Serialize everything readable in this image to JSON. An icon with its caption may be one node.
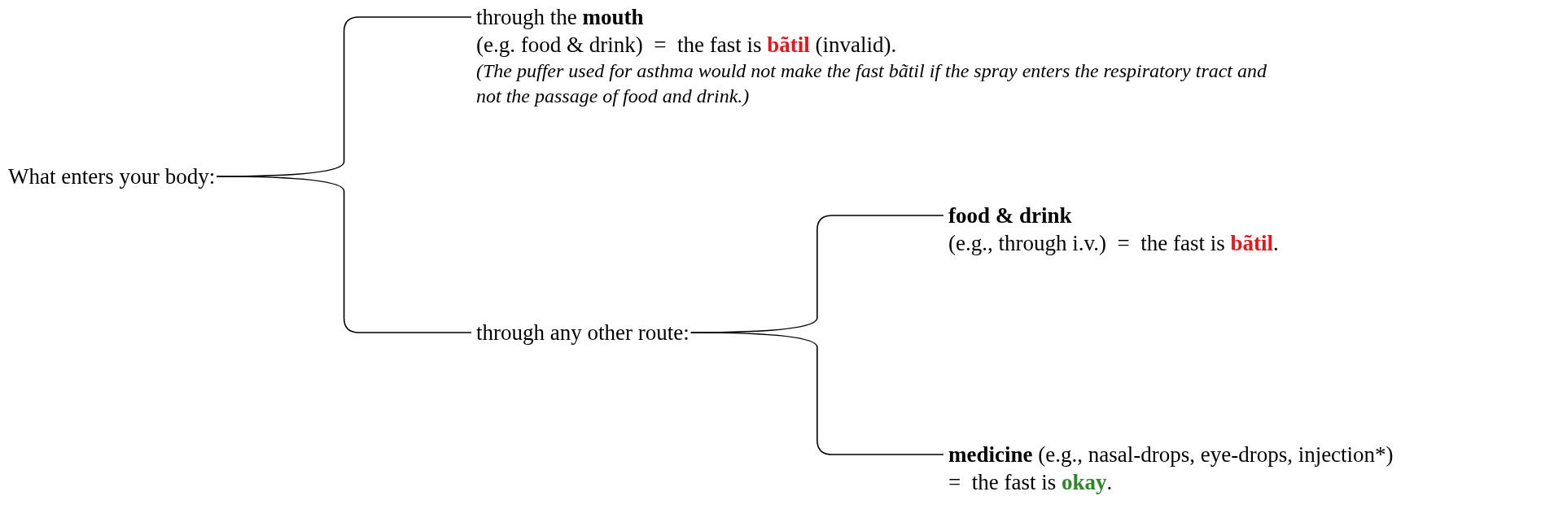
{
  "diagram": {
    "nodes": [
      {
        "text": [
          "What enters your body:"
        ]
      },
      {
        "text": [
          "through the **mouth**",
          "(e.g. food & drink)  =  the fast is **bãtil** (invalid).",
          "(The puffer used for asthma would not make the fast bãtil if the spray enters the respiratory tract and not the passage of food and drink.)"
        ]
      },
      {
        "text": [
          "through any other route:"
        ]
      },
      {
        "text": [
          "food & drink",
          "(e.g., through i.v.)  =  the fast is **bãtil**."
        ]
      },
      {
        "text": [
          "**medicine** (e.g., nasal-drops, eye-drops, injection*)  =  the fast is **okay**."
        ]
      }
    ],
    "edges": [
      {
        "from": 0,
        "to": 1,
        "arrow": "none"
      },
      {
        "from": 0,
        "to": 2,
        "arrow": "none"
      },
      {
        "from": 2,
        "to": 3,
        "arrow": "none"
      },
      {
        "from": 2,
        "to": 4,
        "arrow": "none"
      }
    ]
  }
}
